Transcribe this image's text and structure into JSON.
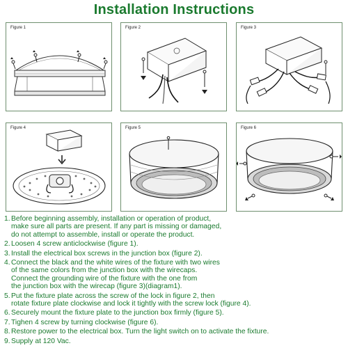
{
  "title": "Installation Instructions",
  "figures": [
    {
      "label": "Figure 1"
    },
    {
      "label": "Figure 2"
    },
    {
      "label": "Figure 3"
    },
    {
      "label": "Figure 4"
    },
    {
      "label": "Figure 5"
    },
    {
      "label": "Figure 6"
    }
  ],
  "steps": [
    {
      "num": "1.",
      "text": "Before beginning assembly, installation or operation of product,\nmake sure all parts are present. If any part is missing or damaged,\ndo not attempt to assemble, install or operate the product."
    },
    {
      "num": "2.",
      "text": "Loosen 4 screw anticlockwise (figure 1)."
    },
    {
      "num": "3.",
      "text": "Install the electrical box screws in the junction box (figure 2)."
    },
    {
      "num": "4.",
      "text": "Connect the black and the white wires of the fixture with two wires\nof the same colors from the junction box with the wirecaps.\nConnect the grounding wire of the fixture with the one from\nthe junction box with the wirecap (figure 3)(diagram1)."
    },
    {
      "num": "5.",
      "text": "Put the fixture plate across the screw of the lock in figure 2, then\nrotate fixture plate clockwise and lock it tightly with the screw lock (figure 4)."
    },
    {
      "num": "6.",
      "text": "Securely mount the fixture plate to the junction box firmly (figure 5)."
    },
    {
      "num": "7.",
      "text": "Tighen 4 screw by turning clockwise (figure 6)."
    },
    {
      "num": "8.",
      "text": "Restore power to the electrical box. Turn the light switch on to activate the fixture."
    },
    {
      "num": "9.",
      "text": "Supply at 120 Vac."
    }
  ]
}
